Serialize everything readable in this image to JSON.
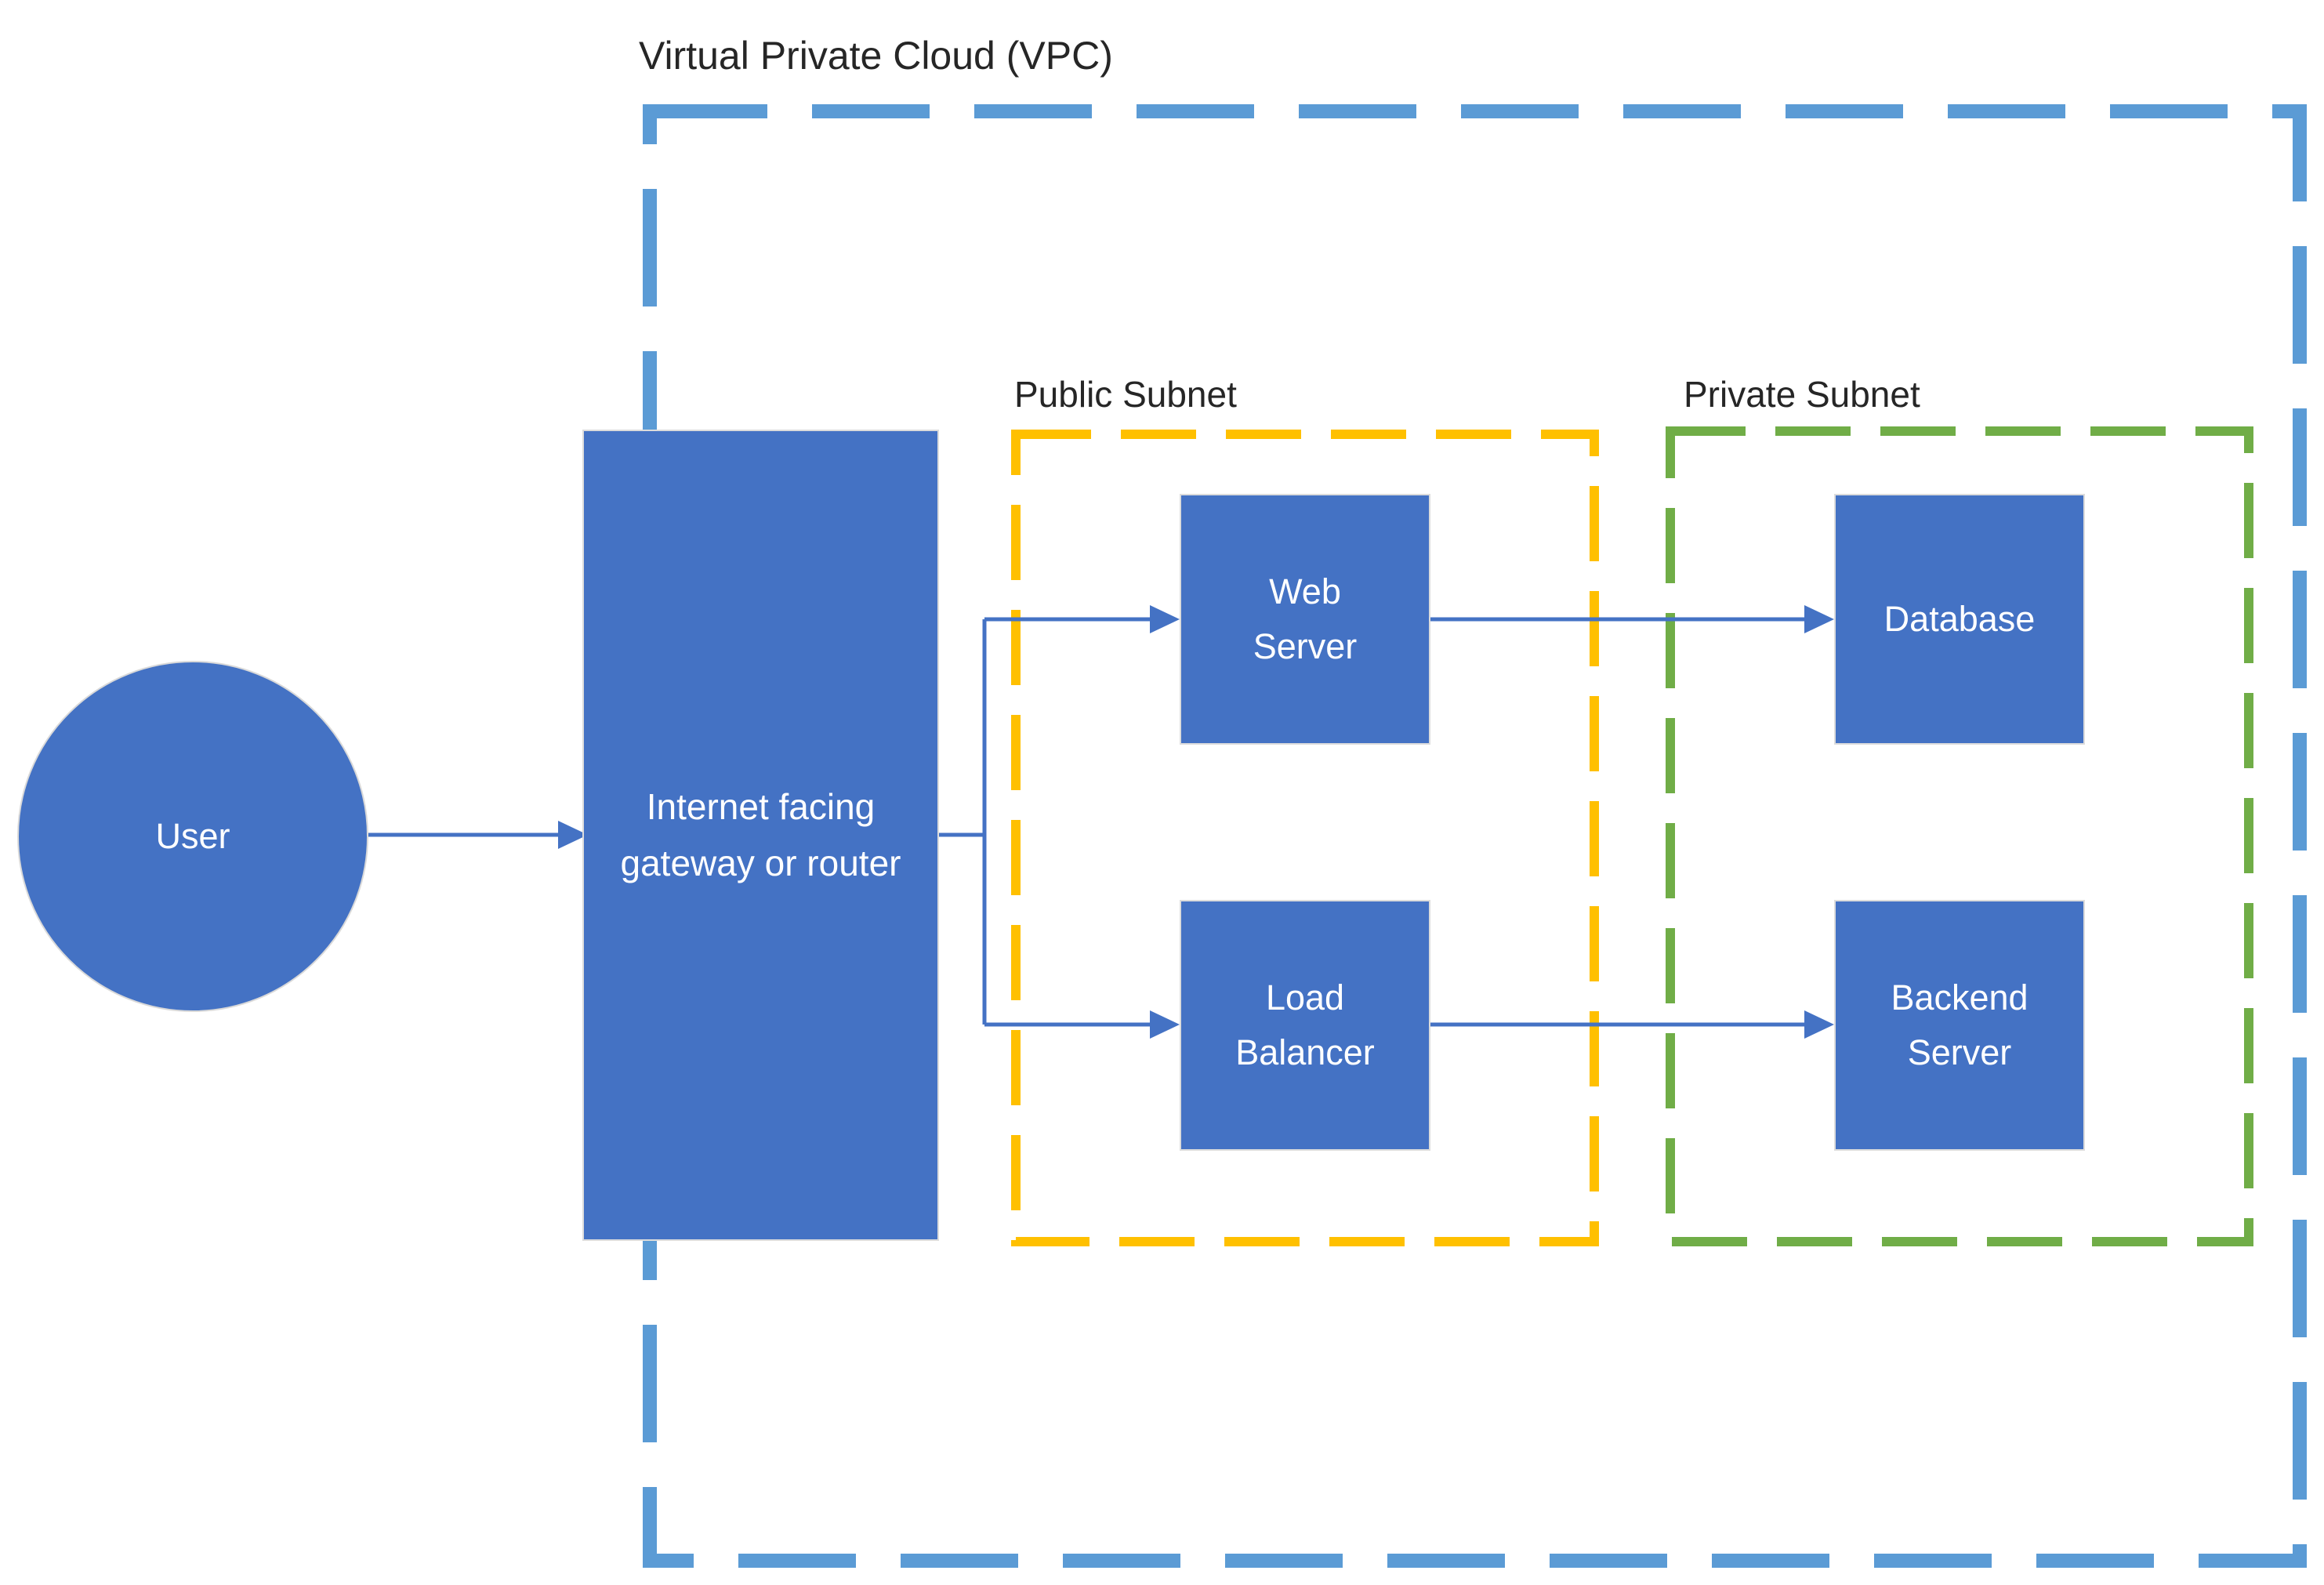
{
  "diagram": {
    "title": "Virtual Private Cloud (VPC)",
    "containers": {
      "vpc": {
        "label": "Virtual Private Cloud (VPC)",
        "border_color": "#5B9BD5",
        "border_style": "dashed"
      },
      "public_subnet": {
        "label": "Public Subnet",
        "border_color": "#FFC000",
        "border_style": "dashed"
      },
      "private_subnet": {
        "label": "Private Subnet",
        "border_color": "#70AD47",
        "border_style": "dashed"
      }
    },
    "nodes": {
      "user": {
        "label": "User",
        "shape": "circle",
        "fill": "#4472C4",
        "text_color": "#FFFFFF",
        "inside": "none"
      },
      "gateway": {
        "label": "Internet facing gateway or router",
        "shape": "rect",
        "fill": "#4472C4",
        "text_color": "#FFFFFF",
        "inside": "vpc"
      },
      "web_server": {
        "label": "Web Server",
        "shape": "rect",
        "fill": "#4472C4",
        "text_color": "#FFFFFF",
        "inside": "public_subnet"
      },
      "load_balancer": {
        "label": "Load Balancer",
        "shape": "rect",
        "fill": "#4472C4",
        "text_color": "#FFFFFF",
        "inside": "public_subnet"
      },
      "database": {
        "label": "Database",
        "shape": "rect",
        "fill": "#4472C4",
        "text_color": "#FFFFFF",
        "inside": "private_subnet"
      },
      "backend_server": {
        "label": "Backend Server",
        "shape": "rect",
        "fill": "#4472C4",
        "text_color": "#FFFFFF",
        "inside": "private_subnet"
      }
    },
    "edges": [
      {
        "from": "user",
        "to": "gateway",
        "type": "arrow",
        "color": "#4472C4"
      },
      {
        "from": "gateway",
        "to": "web_server",
        "type": "arrow",
        "color": "#4472C4"
      },
      {
        "from": "gateway",
        "to": "load_balancer",
        "type": "arrow",
        "color": "#4472C4"
      },
      {
        "from": "web_server",
        "to": "database",
        "type": "arrow",
        "color": "#4472C4"
      },
      {
        "from": "load_balancer",
        "to": "backend_server",
        "type": "arrow",
        "color": "#4472C4"
      }
    ]
  }
}
